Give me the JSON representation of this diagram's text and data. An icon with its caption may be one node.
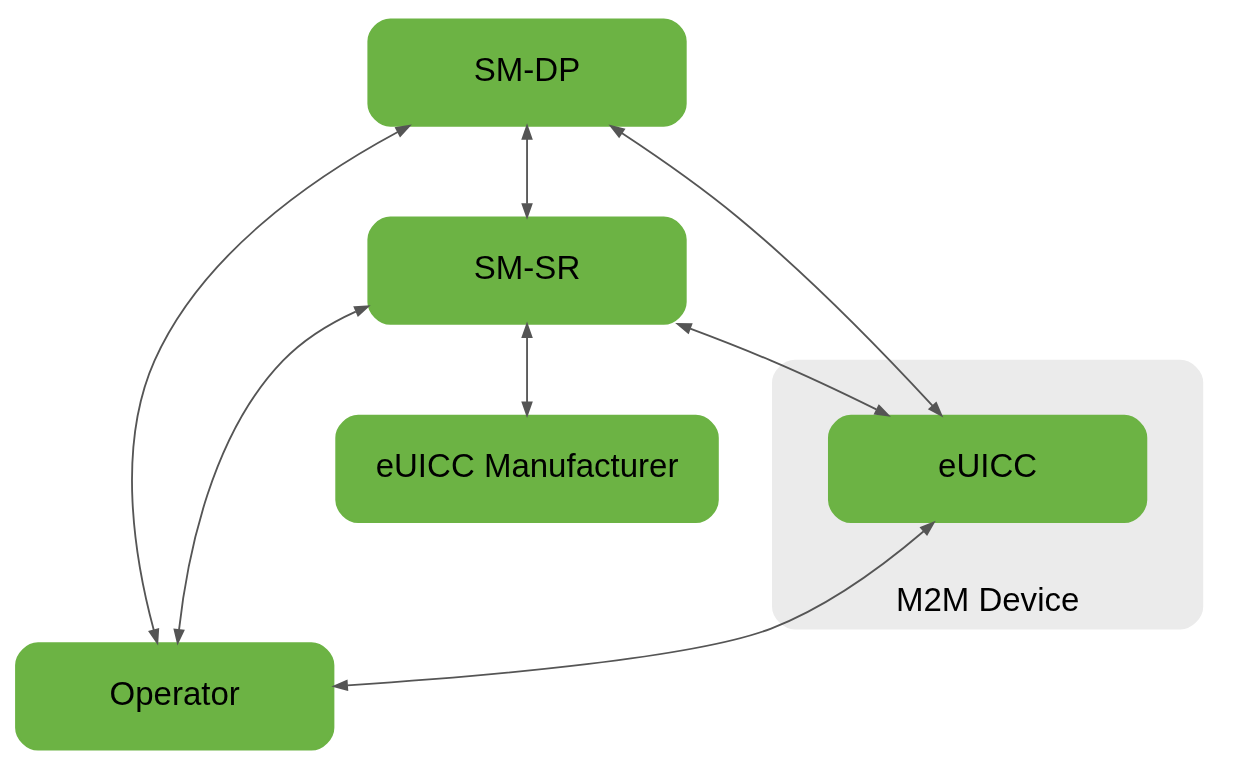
{
  "diagram": {
    "nodes": [
      {
        "text": [
          "SM-DP"
        ]
      },
      {
        "text": [
          "Operator"
        ]
      },
      {
        "text": [
          "SM-SR"
        ]
      },
      {
        "text": [
          "eUICC Manufacturer"
        ]
      },
      {
        "text": [
          "M2M Device"
        ]
      },
      {
        "text": [
          "eUICC"
        ],
        "in": 4
      }
    ],
    "edges": [
      {
        "from": 0,
        "to": 1,
        "arrow": "both"
      },
      {
        "from": 0,
        "to": 2,
        "arrow": "both"
      },
      {
        "from": 0,
        "to": 5,
        "arrow": "both"
      },
      {
        "from": 2,
        "to": 1,
        "arrow": "both"
      },
      {
        "from": 2,
        "to": 3,
        "arrow": "both"
      },
      {
        "from": 2,
        "to": 5,
        "arrow": "both"
      },
      {
        "from": 5,
        "to": 1,
        "arrow": "both"
      }
    ]
  }
}
